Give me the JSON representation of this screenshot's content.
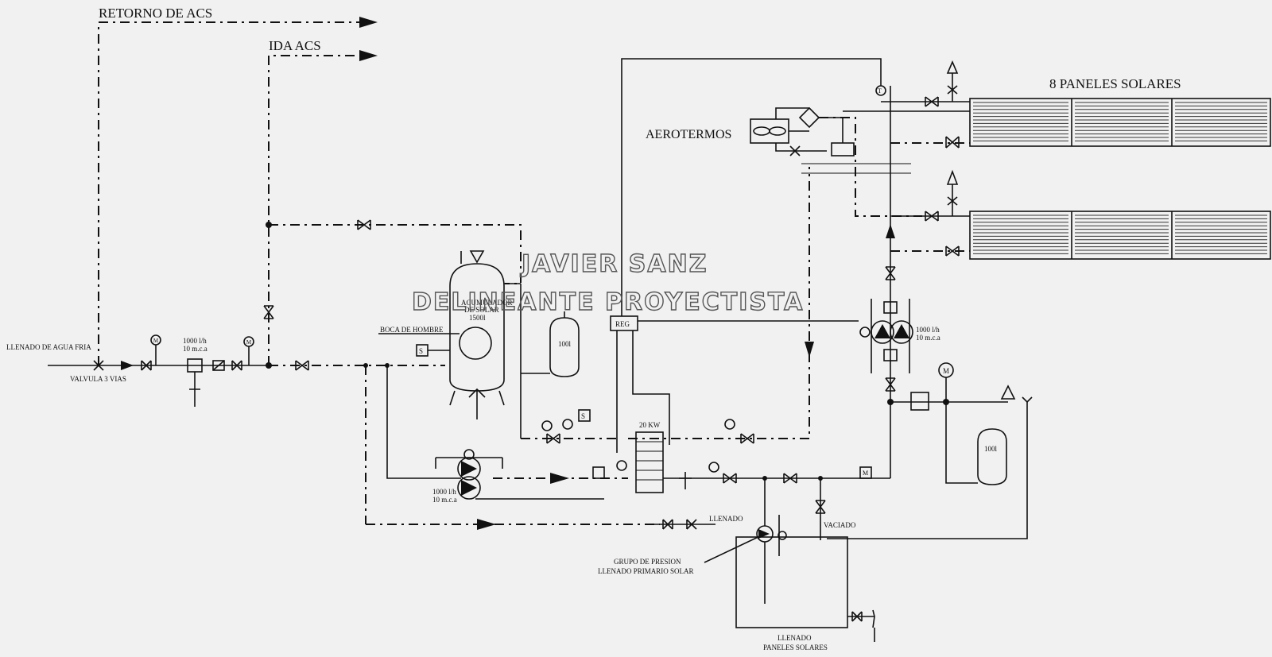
{
  "labels": {
    "retorno_acs": "RETORNO DE ACS",
    "ida_acs": "IDA ACS",
    "paneles": "8 PANELES SOLARES",
    "aerotermos": "AEROTERMOS",
    "llenado_agua_fria": "LLENADO DE AGUA FRIA",
    "valvula_3_vias": "VALVULA 3 VIAS",
    "caudal_1": "1000 l/h",
    "presion_1": "10 m.c.a",
    "boca_hombre": "BOCA DE HOMBRE",
    "acumulador_1": "ACUMULADOR",
    "acumulador_2": "DE SOLAR",
    "acumulador_3": "1500l",
    "deposito_1": "100l",
    "deposito_2": "100l",
    "reg": "REG",
    "potencia": "20 KW",
    "caudal_2": "1000 l/h",
    "presion_2": "10 m.c.a",
    "caudal_3": "1000 l/h",
    "presion_3": "10 m.c.a",
    "llenado": "LLENADO",
    "vaciado": "VACIADO",
    "grupo_presion_1": "GRUPO DE PRESION",
    "grupo_presion_2": "LLENADO PRIMARIO SOLAR",
    "llenado_paneles_1": "LLENADO",
    "llenado_paneles_2": "PANELES SOLARES",
    "s1": "S",
    "s2": "S",
    "m": "M",
    "t": "T"
  },
  "watermark": {
    "line1": "JAVIER SANZ",
    "line2": "DELINEANTE PROYECTISTA"
  }
}
